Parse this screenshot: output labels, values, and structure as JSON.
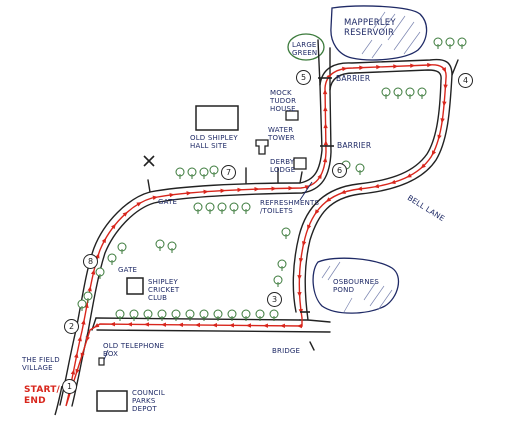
{
  "map": {
    "labels": {
      "reservoir": "MAPPERLEY\nRESERVOIR",
      "large_green": "LARGE\nGREEN",
      "barrier_top": "BARRIER",
      "barrier_mid": "BARRIER",
      "mock_tudor": "MOCK\nTUDOR\nHOUSE",
      "water_tower": "WATER\nTOWER",
      "old_hall": "OLD SHIPLEY\nHALL SITE",
      "derby_lodge": "DERBY\nLODGE",
      "refreshments": "REFRESHMENTS\n/TOILETS",
      "gate_top": "GATE",
      "gate_left": "GATE",
      "bell_lane": "BELL LANE",
      "cricket": "SHIPLEY\nCRICKET\nCLUB",
      "osbournes": "OSBOURNES\nPOND",
      "bridge": "BRIDGE",
      "telephone": "OLD TELEPHONE\nBOX",
      "field_village": "THE FIELD\nVILLAGE",
      "start_end": "START/\nEND",
      "council": "COUNCIL\nPARKS\nDEPOT",
      "cross": "X"
    },
    "stops": [
      "1",
      "2",
      "3",
      "4",
      "5",
      "6",
      "7",
      "8"
    ]
  }
}
